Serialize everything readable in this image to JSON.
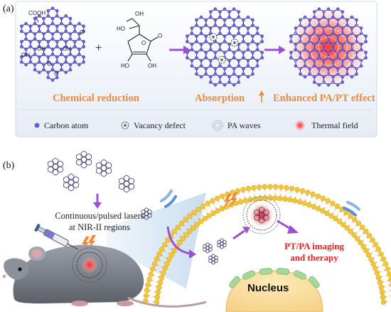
{
  "panel_a": {
    "label": "(a)",
    "step1": "Chemical reduction",
    "step2": "Absorption",
    "step3": "Enhanced PA/PT effect",
    "chem": {
      "cooh": "COOH",
      "oh": "OH",
      "ho": "HO",
      "o": "O"
    },
    "plus": "+",
    "legend": [
      {
        "name": "Carbon atom"
      },
      {
        "name": "Vacancy defect"
      },
      {
        "name": "PA waves"
      },
      {
        "name": "Thermal field"
      }
    ]
  },
  "panel_b": {
    "label": "(b)",
    "laser_line1": "Continuous/pulsed lasers",
    "laser_line2": "at NIR-II regions",
    "result_line1": "PT/PA imaging",
    "result_line2": "and therapy",
    "nucleus": "Nucleus"
  },
  "colors": {
    "atom": "#6b5fd6",
    "bond": "#2b2b50",
    "arrow": "#9b4fd3",
    "orange": "#f08a3a",
    "red": "#e62228",
    "panel_bg": "#e8eef7",
    "membrane": "#f2c63a"
  }
}
